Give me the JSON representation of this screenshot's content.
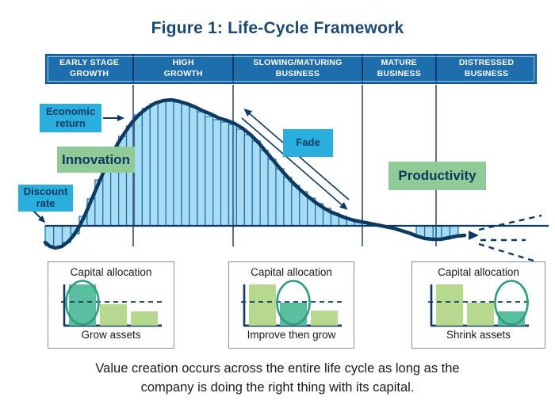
{
  "title": "Figure 1: Life-Cycle Framework",
  "colors": {
    "title_navy": "#1a4976",
    "navy": "#0d3a62",
    "divider": "#3f5a78",
    "header_blue": "#1e6dac",
    "header_border": "#0d4f86",
    "bar_fill": "#a8dcf2",
    "bar_stroke": "#1a6fa5",
    "cyan": "#29aedd",
    "green": "#90ca96",
    "panel_border": "#8b9198",
    "light_green": "#b6d98e",
    "teal": "#5abf9f",
    "ellipse": "#2e9b83",
    "text_dark": "#1a1a1a"
  },
  "stages": [
    {
      "line1": "EARLY STAGE",
      "line2": "GROWTH"
    },
    {
      "line1": "HIGH",
      "line2": "GROWTH"
    },
    {
      "line1": "SLOWING/MATURING",
      "line2": "BUSINESS"
    },
    {
      "line1": "MATURE",
      "line2": "BUSINESS"
    },
    {
      "line1": "DISTRESSED",
      "line2": "BUSINESS"
    }
  ],
  "labels": {
    "economic_return": {
      "line1": "Economic",
      "line2": "return"
    },
    "discount_rate": {
      "line1": "Discount",
      "line2": "rate"
    },
    "fade": "Fade",
    "innovation": "Innovation",
    "productivity": "Productivity"
  },
  "chart_data": [
    {
      "type": "area+bar",
      "stage_labels": [
        "EARLY STAGE GROWTH",
        "HIGH GROWTH",
        "SLOWING/MATURING BUSINESS",
        "MATURE BUSINESS",
        "DISTRESSED BUSINESS"
      ],
      "annotations": [
        "Economic return",
        "Discount rate",
        "Innovation",
        "Fade",
        "Productivity"
      ],
      "baseline_y": 285,
      "x_range": [
        57,
        692
      ],
      "dividers_x": [
        168,
        294,
        457,
        550
      ],
      "bars_above": {
        "x_start": 100,
        "bar_width": 9.92,
        "heights": [
          12,
          34,
          58,
          80,
          99,
          113,
          126,
          140,
          148,
          154,
          157,
          158,
          157,
          154,
          150,
          144,
          138,
          134,
          131,
          128,
          122,
          115,
          107,
          95,
          84,
          72,
          61,
          51,
          43,
          35,
          28,
          22,
          16,
          12,
          8,
          6
        ]
      },
      "bars_below_left": {
        "x_start": 57,
        "bar_width": 10.75,
        "depths": [
          25,
          27,
          21,
          10
        ]
      },
      "bars_below_right": {
        "x_start": 525,
        "bar_width": 10.6,
        "depths": [
          14,
          16,
          17,
          17,
          14
        ]
      },
      "curve_points": [
        [
          57,
          306
        ],
        [
          63,
          311
        ],
        [
          70,
          313
        ],
        [
          78,
          311
        ],
        [
          86,
          305
        ],
        [
          93,
          297
        ],
        [
          100,
          286
        ],
        [
          106,
          274
        ],
        [
          112,
          260
        ],
        [
          118,
          246
        ],
        [
          125,
          230
        ],
        [
          132,
          214
        ],
        [
          140,
          197
        ],
        [
          148,
          182
        ],
        [
          157,
          168
        ],
        [
          166,
          155
        ],
        [
          176,
          144
        ],
        [
          186,
          136
        ],
        [
          196,
          130
        ],
        [
          206,
          127
        ],
        [
          216,
          126
        ],
        [
          226,
          128
        ],
        [
          236,
          131
        ],
        [
          246,
          135
        ],
        [
          256,
          140
        ],
        [
          266,
          144
        ],
        [
          276,
          149
        ],
        [
          286,
          152
        ],
        [
          296,
          156
        ],
        [
          306,
          162
        ],
        [
          316,
          170
        ],
        [
          326,
          180
        ],
        [
          336,
          192
        ],
        [
          346,
          204
        ],
        [
          356,
          216
        ],
        [
          366,
          227
        ],
        [
          376,
          237
        ],
        [
          386,
          246
        ],
        [
          396,
          254
        ],
        [
          406,
          261
        ],
        [
          416,
          267
        ],
        [
          426,
          271
        ],
        [
          436,
          275
        ],
        [
          446,
          278
        ],
        [
          456,
          280
        ],
        [
          466,
          282
        ],
        [
          476,
          284
        ],
        [
          486,
          286
        ],
        [
          496,
          288
        ],
        [
          506,
          291
        ],
        [
          516,
          294
        ],
        [
          526,
          298
        ],
        [
          536,
          301
        ],
        [
          546,
          302
        ],
        [
          556,
          302
        ],
        [
          566,
          300
        ],
        [
          576,
          298
        ],
        [
          586,
          297
        ]
      ],
      "curve_end_arrow": [
        598,
        297,
        0
      ],
      "dashed_rays": [
        [
          604,
          290,
          683,
          272
        ],
        [
          606,
          303,
          663,
          303
        ],
        [
          604,
          308,
          676,
          330
        ]
      ],
      "fade_arrows": [
        {
          "x1": 312,
          "y1": 141,
          "x2": 440,
          "y2": 252,
          "head": "start"
        },
        {
          "x1": 305,
          "y1": 149,
          "x2": 434,
          "y2": 261,
          "head": "end"
        }
      ],
      "pointer_arrows": [
        {
          "x1": 130,
          "y1": 149,
          "x2": 151,
          "y2": 149,
          "head": "end"
        },
        {
          "x1": 42,
          "y1": 266,
          "x2": 53,
          "y2": 277,
          "head": "end"
        }
      ]
    },
    {
      "type": "bar",
      "title": "Capital allocation",
      "caption": "Grow assets",
      "values": [
        52,
        27,
        18
      ],
      "highlight_index": 0,
      "dashed_level": 30
    },
    {
      "type": "bar",
      "title": "Capital allocation",
      "caption": "Improve then grow",
      "values": [
        52,
        29,
        19
      ],
      "highlight_index": 1,
      "dashed_level": 30
    },
    {
      "type": "bar",
      "title": "Capital allocation",
      "caption": "Shrink assets",
      "values": [
        52,
        29,
        18
      ],
      "highlight_index": 2,
      "dashed_level": 30
    }
  ],
  "caption": {
    "line1": "Value creation occurs across the entire life cycle as long as the",
    "line2": "company is doing the right thing with its capital."
  }
}
